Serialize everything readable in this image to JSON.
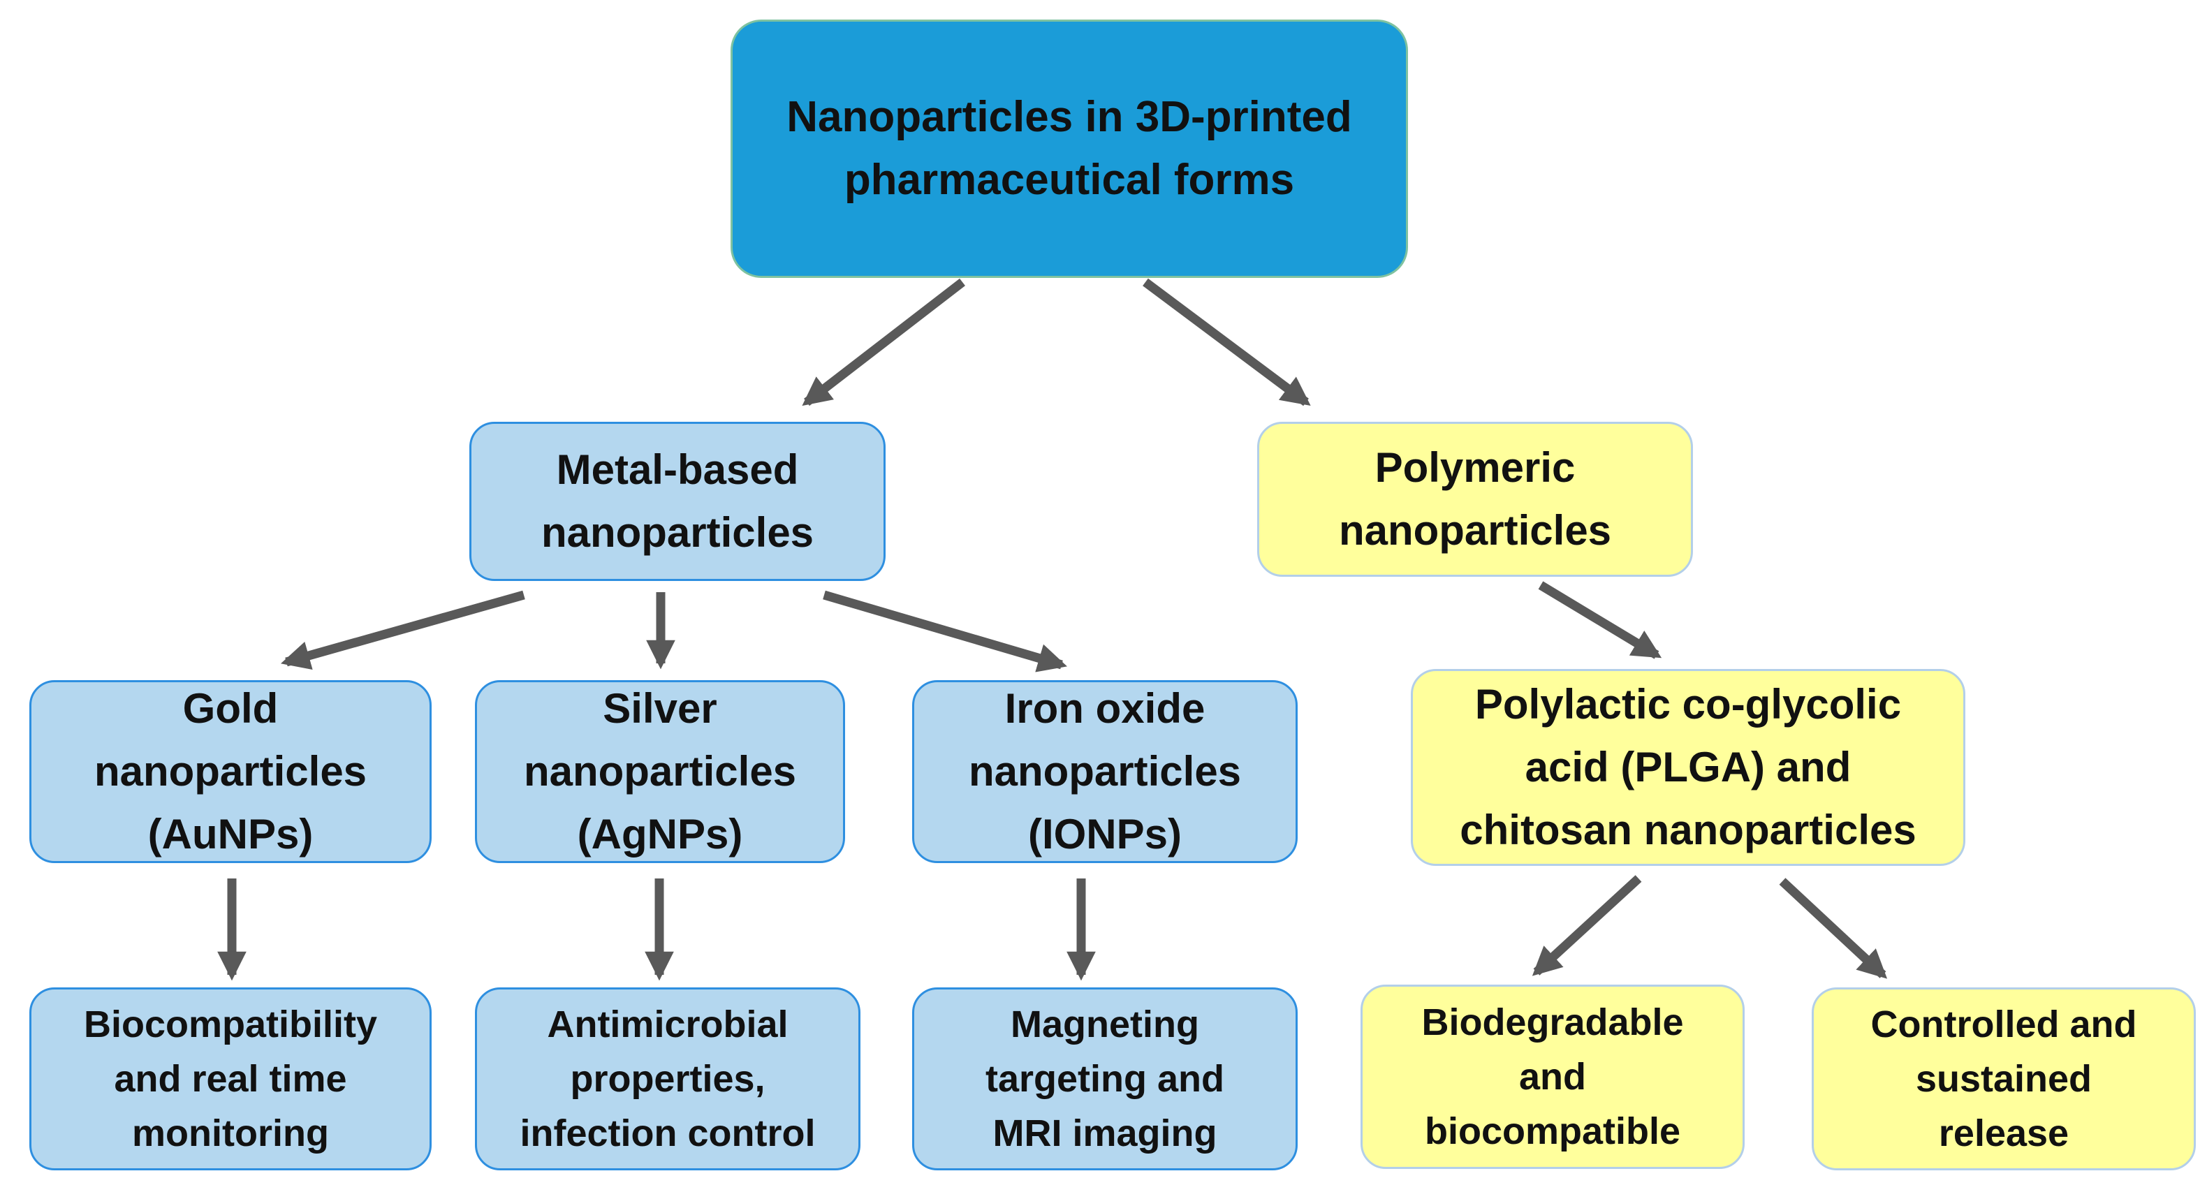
{
  "diagram": {
    "root": {
      "label": "Nanoparticles in 3D-printed\npharmaceutical forms",
      "fill": "#1b9cd8"
    },
    "metal": {
      "label": "Metal-based\nnanoparticles",
      "fill": "#b4d7ef"
    },
    "polymeric": {
      "label": "Polymeric\nnanoparticles",
      "fill": "#ffff9c"
    },
    "gold": {
      "label": "Gold\nnanoparticles\n(AuNPs)"
    },
    "silver": {
      "label": "Silver\nnanoparticles\n(AgNPs)"
    },
    "iron": {
      "label": "Iron oxide\nnanoparticles\n(IONPs)"
    },
    "plga": {
      "label": "Polylactic co-glycolic\nacid (PLGA) and\nchitosan nanoparticles"
    },
    "gold_effect": {
      "label": "Biocompatibility\nand real time\nmonitoring"
    },
    "silver_effect": {
      "label": "Antimicrobial\nproperties,\ninfection control"
    },
    "iron_effect": {
      "label": "Magneting\ntargeting and\nMRI imaging"
    },
    "plga_effect_1": {
      "label": "Biodegradable\nand\nbiocompatible"
    },
    "plga_effect_2": {
      "label": "Controlled and\nsustained\nrelease"
    },
    "arrow_color": "#595959",
    "edges": [
      {
        "from": "root",
        "to": "metal"
      },
      {
        "from": "root",
        "to": "polymeric"
      },
      {
        "from": "metal",
        "to": "gold"
      },
      {
        "from": "metal",
        "to": "silver"
      },
      {
        "from": "metal",
        "to": "iron"
      },
      {
        "from": "polymeric",
        "to": "plga"
      },
      {
        "from": "gold",
        "to": "gold_effect"
      },
      {
        "from": "silver",
        "to": "silver_effect"
      },
      {
        "from": "iron",
        "to": "iron_effect"
      },
      {
        "from": "plga",
        "to": "plga_effect_1"
      },
      {
        "from": "plga",
        "to": "plga_effect_2"
      }
    ]
  }
}
